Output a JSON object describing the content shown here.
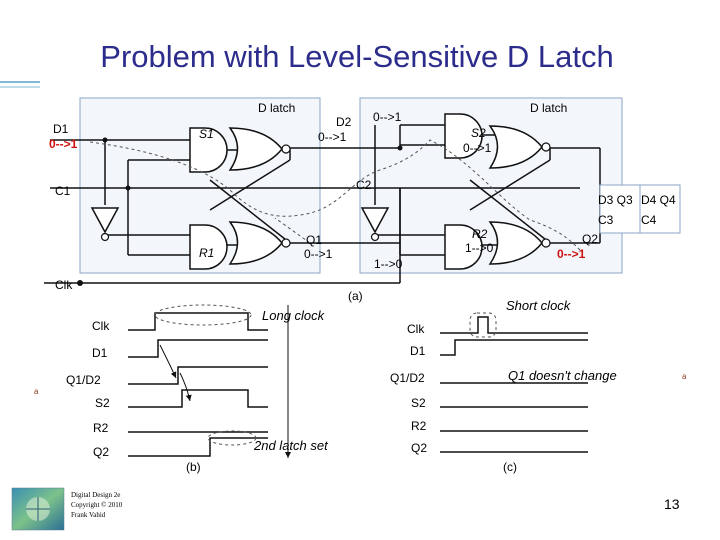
{
  "slide": {
    "title": "Problem with Level-Sensitive D Latch",
    "page_number": "13",
    "footer": {
      "line1": "Digital Design 2e",
      "line2": "Copyright © 2010",
      "line3": "Frank Vahid"
    },
    "bullet_glyph": "a"
  },
  "circuit": {
    "latch1_label": "D latch",
    "latch2_label": "D latch",
    "labels": {
      "d1": "D1",
      "d1_transition": "0-->1",
      "c1": "C1",
      "clk": "Clk",
      "s1": "S1",
      "r1": "R1",
      "d2": "D2",
      "d2_transition": "0-->1",
      "d2_top_transition": "0-->1",
      "c2": "C2",
      "q1": "Q1",
      "q1_transition": "0-->1",
      "s2": "S2",
      "s2_transition": "0-->1",
      "r2": "R2",
      "r2_transition": "1-->0",
      "r2_bottom_transition": "1-->0",
      "q2": "Q2",
      "q2_transition": "0-->1"
    },
    "output_table": {
      "headers": [
        "D3 Q3",
        "D4 Q4"
      ],
      "row": [
        "C3",
        "C4"
      ]
    },
    "caption": "(a)"
  },
  "timing_long": {
    "caption": "(b)",
    "signals": [
      "Clk",
      "D1",
      "Q1/D2",
      "S2",
      "R2",
      "Q2"
    ],
    "annotation": "Long clock",
    "annotation2": "2nd latch set"
  },
  "timing_short": {
    "caption": "(c)",
    "signals": [
      "Clk",
      "D1",
      "Q1/D2",
      "S2",
      "R2",
      "Q2"
    ],
    "annotation": "Short clock",
    "annotation2": "Q1 doesn't change"
  },
  "colors": {
    "title": "#2c2c8c",
    "panel_border": "#8ea4c8",
    "panel_fill": "#f3f7fb",
    "accent_red": "#cc1111",
    "ink": "#111111",
    "brown": "#8a3a1a"
  },
  "icons": [
    "book-cover-icon",
    "not-gate-icon",
    "and-gate-icon",
    "nor-gate-icon",
    "arrow-icon"
  ]
}
